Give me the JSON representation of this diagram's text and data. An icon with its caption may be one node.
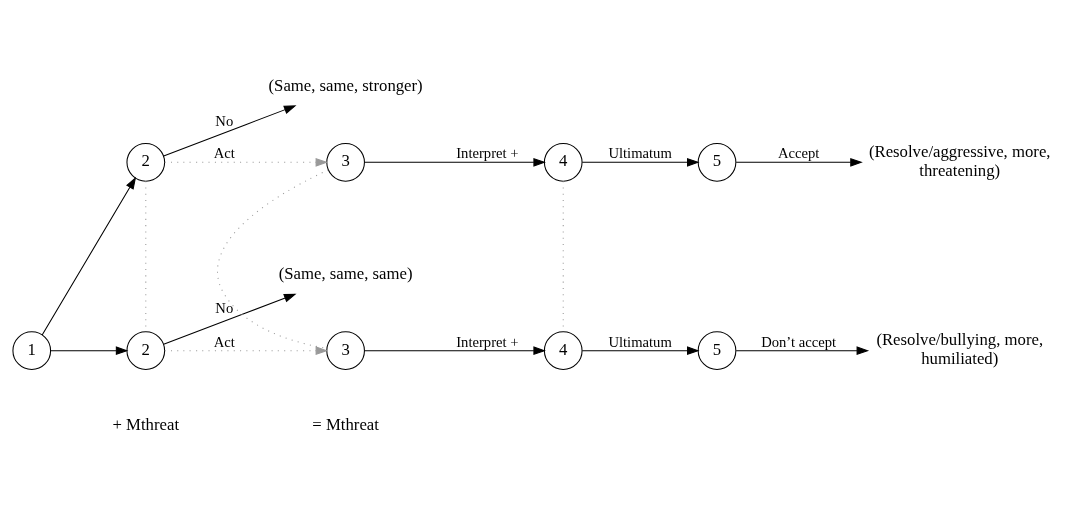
{
  "diagram": {
    "nodes": [
      {
        "text": [
          "1"
        ]
      },
      {
        "text": [
          "2"
        ]
      },
      {
        "text": [
          "2"
        ]
      },
      {
        "text": [
          "3"
        ]
      },
      {
        "text": [
          "3"
        ]
      },
      {
        "text": [
          "4"
        ]
      },
      {
        "text": [
          "4"
        ]
      },
      {
        "text": [
          "5"
        ]
      },
      {
        "text": [
          "5"
        ]
      },
      {
        "text": [
          "(Same, same, stronger)"
        ]
      },
      {
        "text": [
          "(Same, same, same)"
        ]
      },
      {
        "text": [
          "(Resolve/aggressive, more, threatening)"
        ]
      },
      {
        "text": [
          "(Resolve/bullying, more, humiliated)"
        ]
      }
    ],
    "edges": [
      {
        "from": 0,
        "to": 1,
        "arrow": "to"
      },
      {
        "from": 0,
        "to": 2,
        "arrow": "to"
      },
      {
        "from": 1,
        "to": 9,
        "label": "No",
        "arrow": "to"
      },
      {
        "from": 1,
        "to": 3,
        "label": "Act",
        "arrow": "to",
        "style": "dashed",
        "color": "#999999"
      },
      {
        "from": 3,
        "to": 5,
        "label": "Interpret +",
        "arrow": "to"
      },
      {
        "from": 5,
        "to": 7,
        "label": "Ultimatum",
        "arrow": "to"
      },
      {
        "from": 7,
        "to": 11,
        "label": "Accept",
        "arrow": "to"
      },
      {
        "from": 1,
        "to": 2,
        "arrow": "none",
        "style": "dashed",
        "color": "#999999"
      },
      {
        "from": 3,
        "to": 4,
        "arrow": "none",
        "style": "dashed",
        "color": "#999999"
      },
      {
        "from": 5,
        "to": 6,
        "arrow": "none",
        "style": "dashed",
        "color": "#999999"
      },
      {
        "from": 2,
        "to": 10,
        "label": "No",
        "arrow": "to"
      },
      {
        "from": 2,
        "to": 4,
        "label": "Act",
        "arrow": "to",
        "style": "dashed",
        "color": "#999999"
      },
      {
        "from": 4,
        "to": 6,
        "label": "Interpret +",
        "arrow": "to"
      },
      {
        "from": 6,
        "to": 8,
        "label": "Ultimatum",
        "arrow": "to"
      },
      {
        "from": 8,
        "to": 12,
        "label": "Don’t accept",
        "arrow": "to"
      }
    ],
    "labels": [
      "+ Mthreat",
      "= Mthreat"
    ]
  }
}
